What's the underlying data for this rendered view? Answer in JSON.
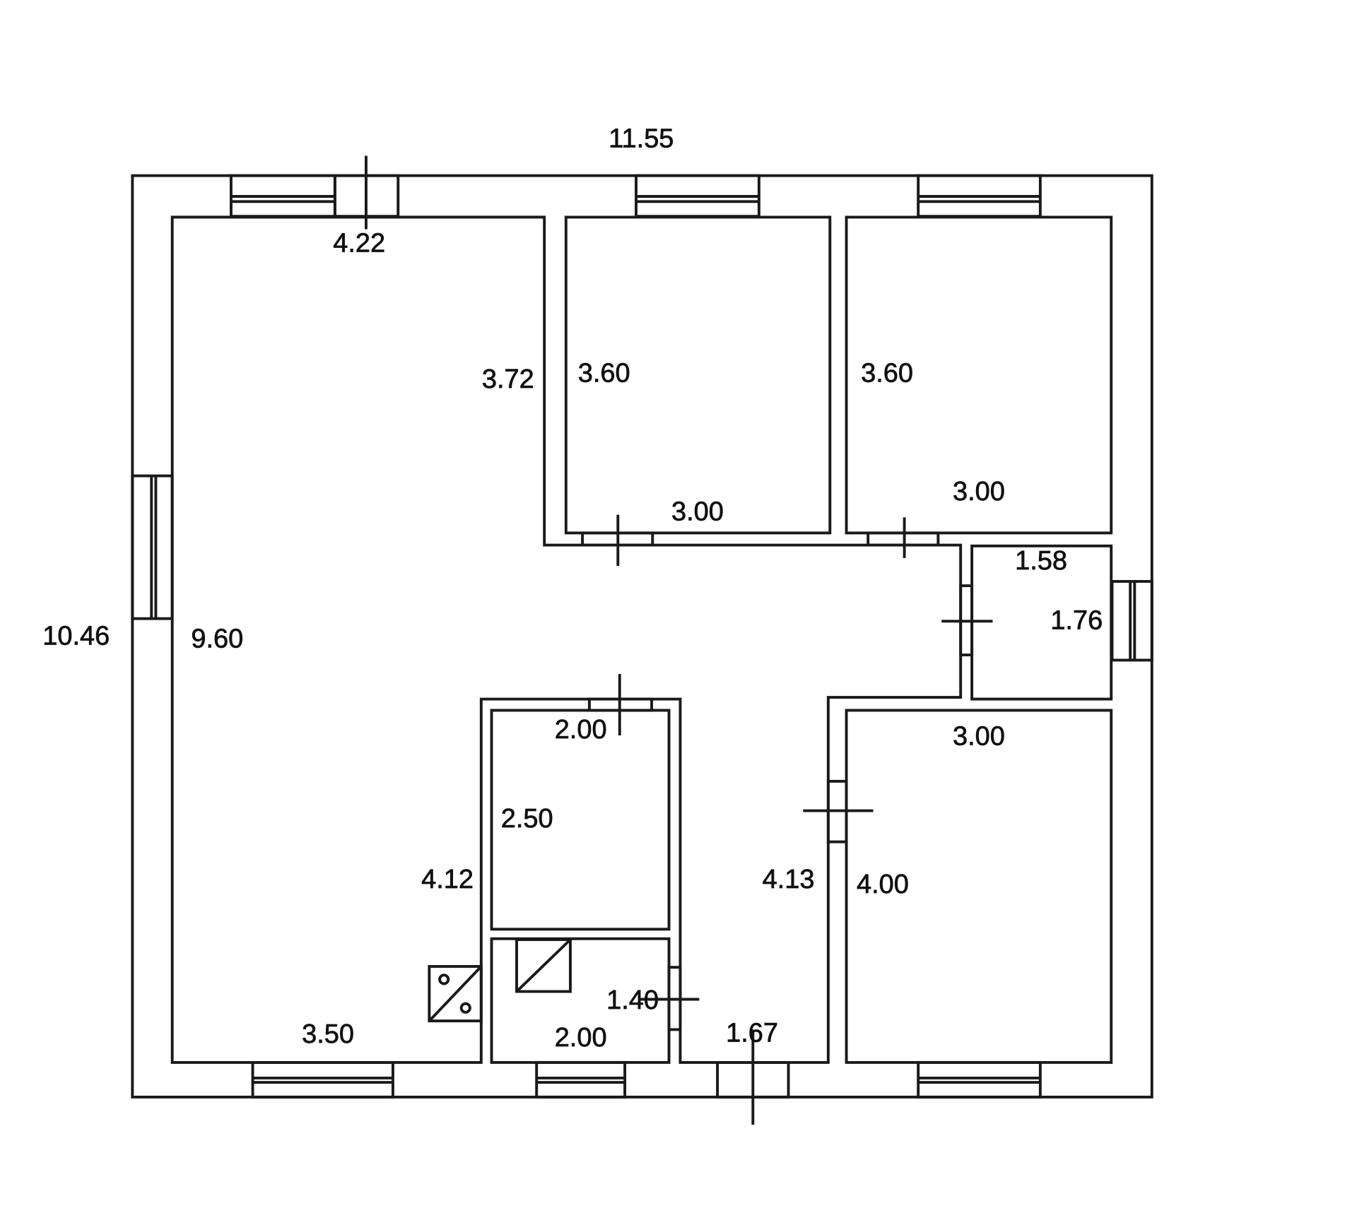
{
  "plan": {
    "overall_width": "11.55",
    "overall_height": "10.46",
    "labels": {
      "top_left_wall": "4.22",
      "living_inner_wall": "3.72",
      "bedroom1_height": "3.60",
      "bedroom2_height": "3.60",
      "bedroom1_width": "3.00",
      "bedroom2_width": "3.00",
      "small_room_width": "1.58",
      "small_room_height": "1.76",
      "living_height": "9.60",
      "bath_width": "2.00",
      "bedroom3_width": "3.00",
      "bath_height": "2.50",
      "bath_block_left": "4.12",
      "corridor_right": "4.13",
      "bedroom3_height": "4.00",
      "wc_height": "1.40",
      "corridor_width": "1.67",
      "living_bottom": "3.50",
      "wc_width": "2.00"
    }
  }
}
